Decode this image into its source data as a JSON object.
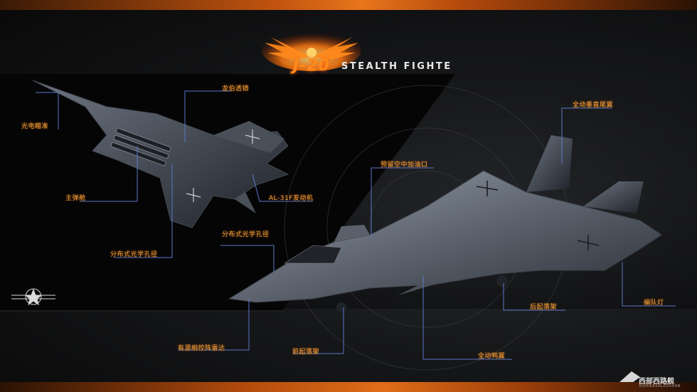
{
  "header": {
    "model": "J-20",
    "subtitle": "STEALTH FIGHTE"
  },
  "callouts": {
    "canopy": "龙伯透镜",
    "eots": "光电瞄准",
    "weapons_bay": "主弹舱",
    "das_left": "分布式光学孔径",
    "engine": "AL-31F发动机",
    "das_right": "分布式光学孔径",
    "refuel": "预留空中加油口",
    "vtail": "全动垂直尾翼",
    "radar": "有源相控阵雷达",
    "nose_gear": "前起落架",
    "main_gear": "后起落架",
    "canard": "全动鸭翼",
    "formation_light": "编队灯"
  },
  "watermark": {
    "text": "西部西路舰",
    "sub": "XISHIKASALZOUKAN"
  },
  "colors": {
    "accent": "#f2a23a",
    "line": "#5a78c8",
    "bars": "#c2540f"
  }
}
